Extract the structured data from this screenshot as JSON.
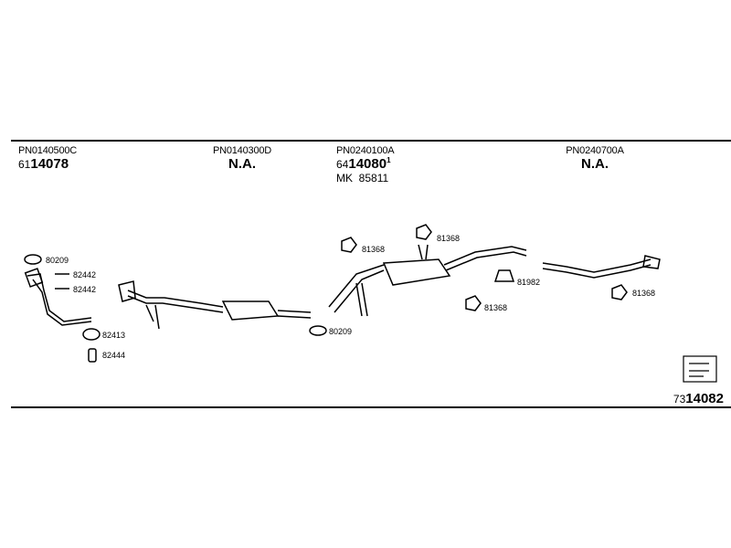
{
  "columns": [
    {
      "part_no": "PN0140500C",
      "prefix": "61",
      "code": "14078",
      "sup": ""
    },
    {
      "part_no": "PN0140300D",
      "prefix": "",
      "code": "N.A.",
      "sup": ""
    },
    {
      "part_no": "PN0240100A",
      "prefix": "64",
      "code": "14080",
      "sup": "1"
    },
    {
      "part_no": "PN0240700A",
      "prefix": "",
      "code": "N.A.",
      "sup": ""
    }
  ],
  "mk": {
    "prefix": "MK",
    "code": "85811"
  },
  "parts": [
    "80209",
    "82442",
    "82442",
    "82413",
    "82444",
    "80209",
    "81368",
    "81368",
    "81368",
    "81982",
    "81368"
  ],
  "footer": {
    "prefix": "73",
    "code": "14082"
  },
  "icon": "exhaust-diagram-icon"
}
